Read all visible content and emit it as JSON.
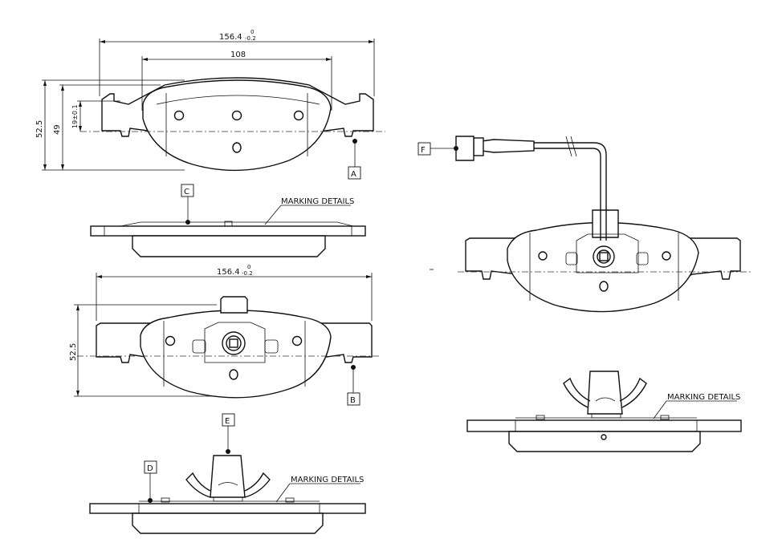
{
  "dimensions": {
    "top_width": "156.4",
    "top_width_tol_upper": "0",
    "top_width_tol_lower": "-0.2",
    "hole_spacing": "108",
    "height_52_5": "52.5",
    "height_49": "49",
    "hole_offset": "19±0.1",
    "middle_width": "156.4",
    "middle_width_tol_upper": "0",
    "middle_width_tol_lower": "-0.2",
    "middle_height": "52.5"
  },
  "callouts": {
    "a": "A",
    "b": "B",
    "c": "C",
    "d": "D",
    "e": "E",
    "f": "F"
  },
  "notes": {
    "marking_top": "MARKING  DETAILS",
    "marking_bottom": "MARKING  DETAILS",
    "marking_right": "MARKING  DETAILS"
  },
  "colors": {
    "line": "#111111",
    "background": "#ffffff"
  }
}
